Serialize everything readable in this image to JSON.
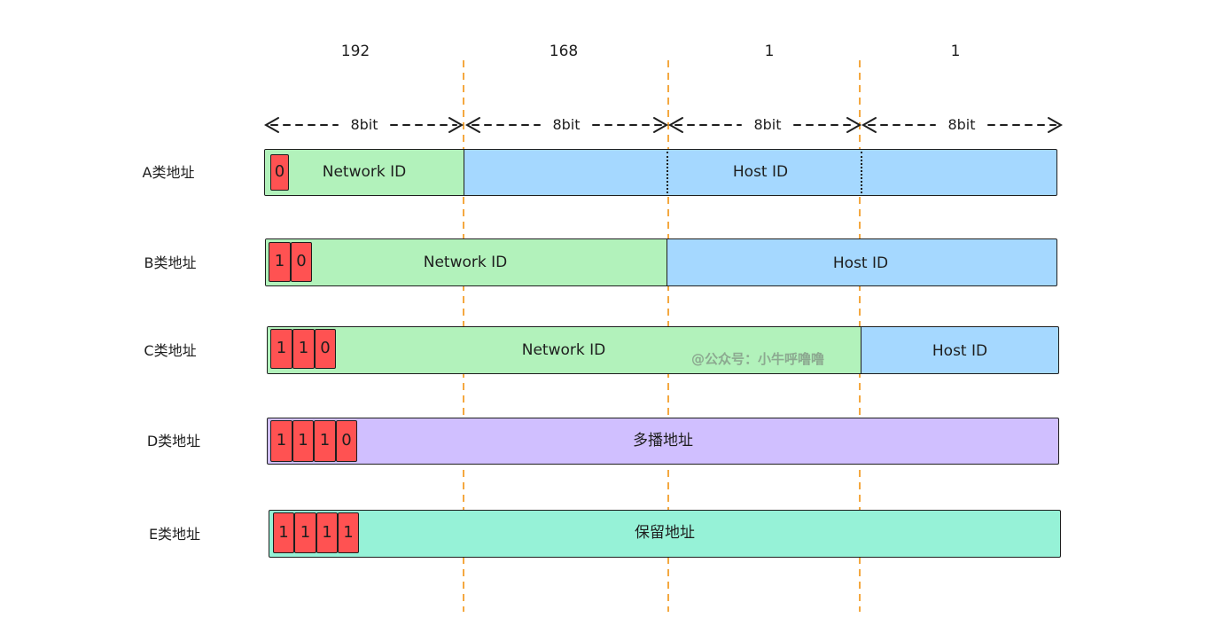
{
  "octets": [
    "192",
    "168",
    "1",
    "1"
  ],
  "bit_labels": [
    "8bit",
    "8bit",
    "8bit",
    "8bit"
  ],
  "rows": [
    {
      "label": "A类地址",
      "prefix_bits": [
        "0"
      ],
      "network_text": "Network ID",
      "host_text": "Host ID"
    },
    {
      "label": "B类地址",
      "prefix_bits": [
        "1",
        "0"
      ],
      "network_text": "Network ID",
      "host_text": "Host ID"
    },
    {
      "label": "C类地址",
      "prefix_bits": [
        "1",
        "1",
        "0"
      ],
      "network_text": "Network ID",
      "host_text": "Host ID"
    },
    {
      "label": "D类地址",
      "prefix_bits": [
        "1",
        "1",
        "1",
        "0"
      ],
      "body_text": "多播地址"
    },
    {
      "label": "E类地址",
      "prefix_bits": [
        "1",
        "1",
        "1",
        "1"
      ],
      "body_text": "保留地址"
    }
  ],
  "watermark": "@公众号：小牛呼噜噜",
  "colors": {
    "network": "#b2f2bb",
    "host": "#a5d8ff",
    "multicast": "#d0bfff",
    "reserved": "#96f2d7",
    "prefix_bit": "#ff5252",
    "octet_divider": "#f08c00"
  }
}
